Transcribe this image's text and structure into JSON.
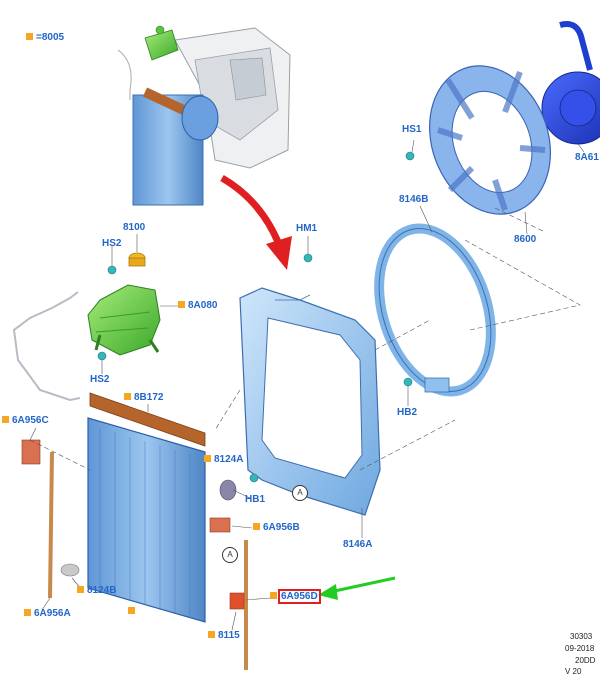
{
  "callouts": {
    "c8005": "=8005",
    "c8100": "8100",
    "hs2_top": "HS2",
    "c8a080": "8A080",
    "hs2_bottom": "HS2",
    "c8b172": "8B172",
    "c6a956c": "6A956C",
    "c8124a": "8124A",
    "hb1": "HB1",
    "c6a956b": "6A956B",
    "c8124b": "8124B",
    "c6a956a": "6A956A",
    "c6a956d": "6A956D",
    "c8115": "8115",
    "hm1": "HM1",
    "c8146b": "8146B",
    "c8600": "8600",
    "hs1": "HS1",
    "c8a61": "8A61",
    "hb2": "HB2",
    "c8146a": "8146A"
  },
  "circle_marks": {
    "a_upper": "A",
    "a_lower": "A"
  },
  "reference": {
    "line1": "30303",
    "line2": "09-2018",
    "line3": "20DD",
    "line4": "V 20"
  },
  "colors": {
    "label": "#2366c9",
    "marker": "#f5a623",
    "part_blue": "#7fb4e8",
    "reservoir_green": "#5cc43c",
    "arrow_red": "#e02020",
    "arrow_green": "#22cc22",
    "seal_brown": "#b5652c"
  }
}
